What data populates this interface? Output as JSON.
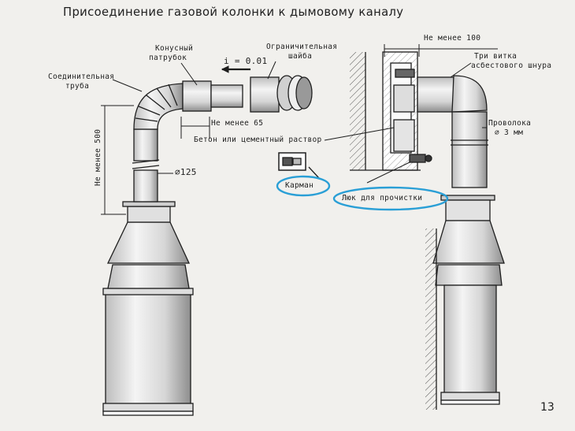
{
  "title": "Присоединение газовой колонки к дымовому каналу",
  "labels": {
    "connecting_pipe": [
      "Соединительная",
      "труба"
    ],
    "conical_nozzle": [
      "Конусный",
      "патрубок"
    ],
    "slope": "i = 0.01",
    "restricting_washer": [
      "Ограничительная",
      "шайба"
    ],
    "min_65": "Не менее 65",
    "concrete": "Бетон или цементный раствор",
    "min_500": "Не менее 500",
    "diameter": "⌀125",
    "pocket": "Карман",
    "cleanout_hatch": "Люк для прочистки",
    "min_100": "Не менее 100",
    "three_turns": [
      "Три витка",
      "асбестового шнура"
    ],
    "wire": [
      "Проволока",
      "⌀ 3 мм"
    ],
    "page_number": "13"
  },
  "highlight_color": "#2a9fd6",
  "line_color": "#1e1e1e"
}
